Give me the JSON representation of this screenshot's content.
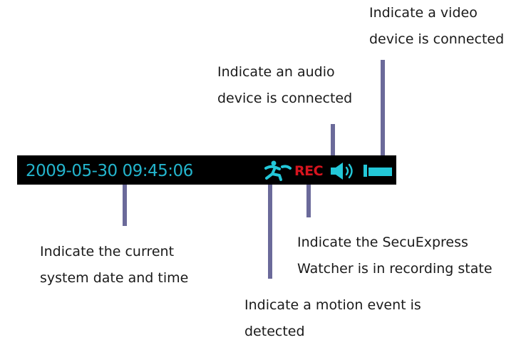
{
  "status_bar": {
    "datetime": "2009-05-30 09:45:06",
    "rec_label": "REC",
    "background_color": "#000000",
    "datetime_color": "#23b4cc",
    "rec_color": "#d7141e",
    "icon_color": "#23c8d9"
  },
  "icons": {
    "motion": "motion-person-icon",
    "audio": "speaker-icon",
    "video": "camera-icon"
  },
  "pointer_color": "#6b6a9a",
  "annotations": {
    "video_device": [
      "Indicate a video",
      "device is connected"
    ],
    "audio_device": [
      "Indicate an audio",
      "device is connected"
    ],
    "datetime": [
      "Indicate the current",
      "system date and time"
    ],
    "recording": [
      "Indicate the SecuExpress",
      "Watcher is in recording state"
    ],
    "motion": [
      "Indicate a motion event is",
      "detected"
    ]
  }
}
